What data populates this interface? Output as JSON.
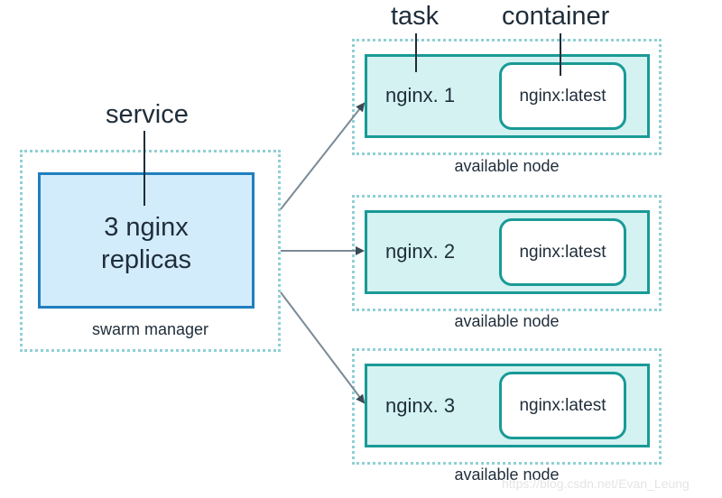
{
  "labels": {
    "task": "task",
    "container": "container",
    "service": "service"
  },
  "manager": {
    "line1": "3 nginx",
    "line2": "replicas",
    "caption": "swarm manager"
  },
  "nodes": [
    {
      "task": "nginx. 1",
      "container": "nginx:latest",
      "caption": "available node"
    },
    {
      "task": "nginx. 2",
      "container": "nginx:latest",
      "caption": "available node"
    },
    {
      "task": "nginx. 3",
      "container": "nginx:latest",
      "caption": "available node"
    }
  ],
  "watermark": "https://blog.csdn.net/Evan_Leung",
  "colors": {
    "manager_fill": "#d3ecfb",
    "manager_border": "#1f7fbf",
    "node_fill": "#d3f2f1",
    "node_border": "#1a9a96",
    "dotted": "#8fd0d4",
    "arrow": "#7a8a96"
  }
}
